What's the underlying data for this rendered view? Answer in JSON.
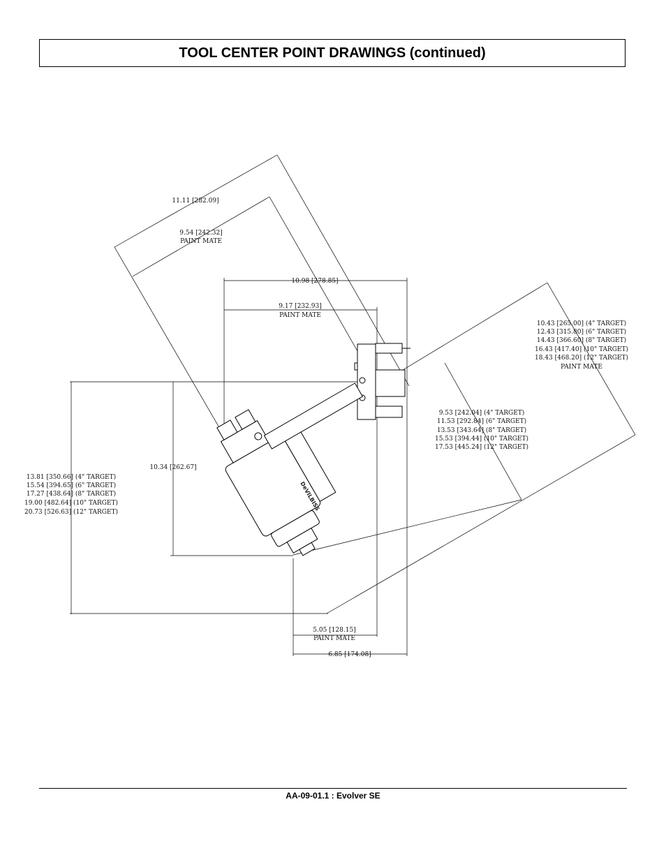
{
  "header": {
    "title": "TOOL CENTER POINT DRAWINGS (continued)"
  },
  "drawing": {
    "dim_11_11": "11.11 [282.09]",
    "dim_9_54": [
      "9.54 [242.32]",
      "PAINT MATE"
    ],
    "dim_10_98": "10.98 [278.85]",
    "dim_9_17": [
      "9.17 [232.93]",
      "PAINT MATE"
    ],
    "dim_right_top": [
      "10.43 [265.00] (4\" TARGET)",
      "12.43 [315.80] (6\" TARGET)",
      "14.43 [366.60] (8\" TARGET)",
      "16.43 [417.40] (10\" TARGET)",
      "18.43 [468.20] (12\" TARGET)",
      "PAINT MATE"
    ],
    "dim_right_mid": [
      "9.53 [242.04] (4\" TARGET)",
      "11.53 [292.84] (6\" TARGET)",
      "13.53 [343.64] (8\" TARGET)",
      "15.53 [394.44] (10\" TARGET)",
      "17.53 [445.24] (12\" TARGET)"
    ],
    "dim_10_34": "10.34 [262.67]",
    "dim_left": [
      "13.81 [350.66] (4\" TARGET)",
      "15.54 [394.65] (6\" TARGET)",
      "17.27 [438.64] (8\" TARGET)",
      "19.00 [482.64] (10\" TARGET)",
      "20.73 [526.63] (12\" TARGET)"
    ],
    "dim_5_05": [
      "5.05 [128.15]",
      "PAINT MATE"
    ],
    "dim_6_85": "6.85 [174.08]",
    "logo": "DeVILBISS"
  },
  "footer": {
    "text": "AA-09-01.1 : Evolver SE"
  }
}
